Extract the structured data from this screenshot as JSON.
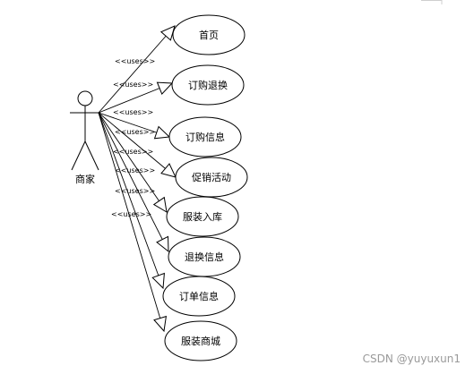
{
  "actor": {
    "name": "商家"
  },
  "use_cases": [
    {
      "name": "首页",
      "relation": "<<uses>>"
    },
    {
      "name": "订购退换",
      "relation": "<<uses>>"
    },
    {
      "name": "订购信息",
      "relation": "<<uses>>"
    },
    {
      "name": "促销活动",
      "relation": "<<uses>>"
    },
    {
      "name": "服装入库",
      "relation": "<<uses>>"
    },
    {
      "name": "退换信息",
      "relation": "<<uses>>"
    },
    {
      "name": "订单信息",
      "relation": "<<uses>>"
    },
    {
      "name": "服装商城",
      "relation": "<<uses>>"
    }
  ],
  "watermark": "CSDN @yuyuxun1"
}
